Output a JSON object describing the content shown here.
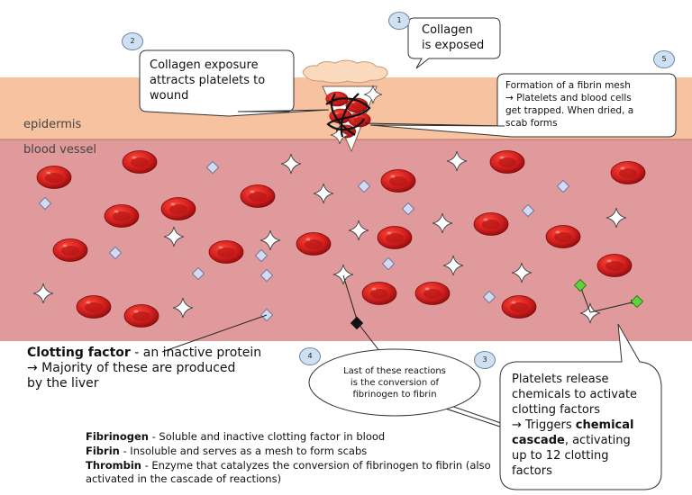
{
  "layers": {
    "epidermis": "epidermis",
    "blood_vessel": "blood vessel"
  },
  "steps": [
    {
      "number": "1",
      "text": "Collagen\nis exposed"
    },
    {
      "number": "2",
      "text": "Collagen exposure\nattracts platelets to\nwound"
    },
    {
      "number": "3",
      "text_before": "Platelets release\nchemicals to activate\nclotting factors\n→ Triggers ",
      "bold": "chemical\ncascade",
      "text_after": ", activating\nup to 12 clotting\nfactors"
    },
    {
      "number": "4",
      "text": "Last of these reactions\nis the conversion of\nfibrinogen to fibrin"
    },
    {
      "number": "5",
      "text": "Formation of a fibrin mesh\n→ Platelets and blood cells\nget trapped. When dried, a\nscab forms"
    }
  ],
  "clotting_factor": {
    "term": "Clotting factor",
    "description": " - an inactive protein\n→ Majority of these are produced\n    by the liver"
  },
  "definitions": [
    {
      "term": "Fibrinogen",
      "text": " - Soluble and inactive clotting factor in blood"
    },
    {
      "term": "Fibrin",
      "text": " - Insoluble and serves as a mesh to form scabs"
    },
    {
      "term": "Thrombin",
      "text": " - Enzyme that catalyzes the conversion of fibrinogen to fibrin (also"
    },
    {
      "term": "",
      "text": "activated in the cascade of reactions)"
    }
  ],
  "colors": {
    "epidermis": "#f6c29f",
    "blood_vessel": "#e09a9c",
    "red_blood_cell": "#c81c1c",
    "clotting_factor_inactive": "#c8d2f0",
    "clotting_factor_active": "#5fd33a",
    "fibrin": "#111111",
    "callout_fill": "#ffffff"
  }
}
